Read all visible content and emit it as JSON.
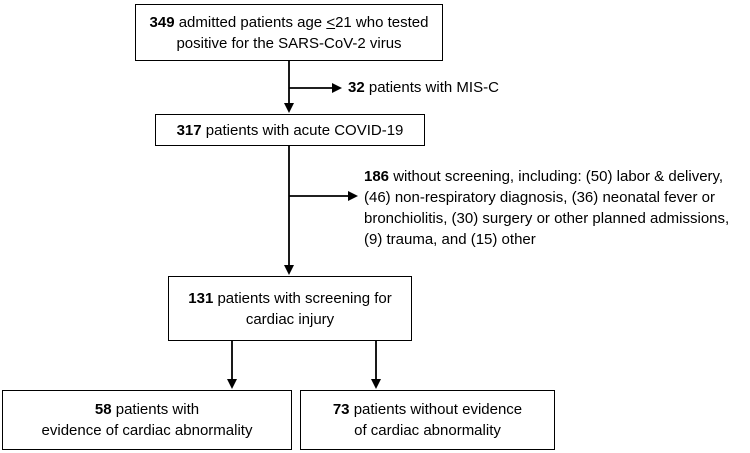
{
  "nodes": {
    "admitted": {
      "count": "349",
      "line1_pre": " admitted patients age ",
      "line1_sym": "<",
      "line1_post": "21 who tested",
      "line2": "positive for the SARS-CoV-2 virus"
    },
    "misc": {
      "count": "32",
      "text": " patients with MIS-C"
    },
    "acute": {
      "count": "317",
      "text": " patients with acute COVID-19"
    },
    "no_screen": {
      "count": "186",
      "line1": " without screening, including: (50) labor & delivery,",
      "line2": "(46) non-respiratory diagnosis, (36) neonatal fever or",
      "line3": "bronchiolitis, (30) surgery or other planned admissions,",
      "line4": "(9) trauma, and (15) other"
    },
    "screened": {
      "count": "131",
      "line1": " patients with screening for",
      "line2": "cardiac injury"
    },
    "abnormal": {
      "count": "58",
      "line1": " patients with",
      "line2": "evidence of cardiac abnormality"
    },
    "normal": {
      "count": "73",
      "line1": " patients without evidence",
      "line2": "of cardiac abnormality"
    }
  }
}
